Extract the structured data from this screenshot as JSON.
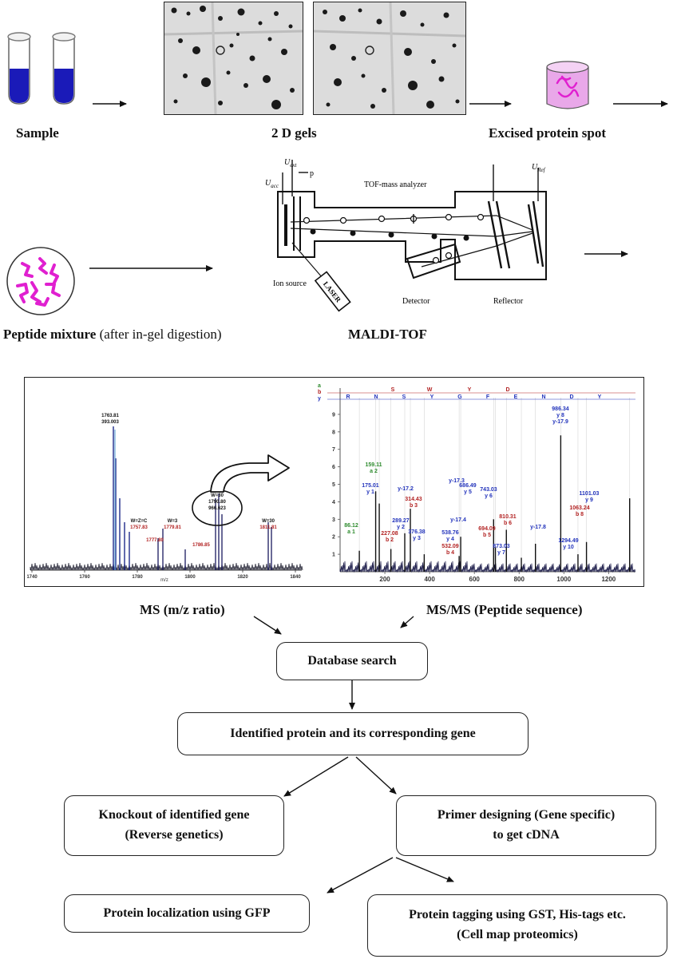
{
  "top_row": {
    "sample_label": "Sample",
    "gels_label": "2 D gels",
    "excised_label": "Excised protein spot"
  },
  "middle_row": {
    "peptide_label_bold": "Peptide mixture",
    "peptide_label_normal": "(after in-gel digestion)",
    "maldi_label": "MALDI-TOF",
    "maldi_diagram": {
      "u_acc": "U",
      "u_acc_sub": "acc",
      "u_ext": "U",
      "u_ext_sub": "ext",
      "p": "p",
      "tof_title": "TOF-mass analyzer",
      "u_ref": "U",
      "u_ref_sub": "Ref",
      "ion_source": "Ion source",
      "laser": "LASER",
      "detector": "Detector",
      "reflector": "Reflector"
    }
  },
  "spectra": {
    "ms": {
      "x_ticks": [
        "1740",
        "1760",
        "1780",
        "1800",
        "1820",
        "1840"
      ],
      "xlabel": "m/z",
      "peaks": [
        {
          "label": "1763.81",
          "label2": "393.003"
        },
        {
          "label": "W=Z=C",
          "label2": "1757.83"
        },
        {
          "label": "W=3",
          "label2": "1779.81"
        },
        {
          "label": "1777.80"
        },
        {
          "label": "1786.85"
        },
        {
          "label": "W=30",
          "label2": "1790.80",
          "label3": "966.623"
        },
        {
          "label": "W=30",
          "label2": "1811.81"
        }
      ]
    },
    "msms": {
      "series_a": "a",
      "series_b": "b",
      "series_y": "y",
      "seq_b": [
        "S",
        "W",
        "Y",
        "D"
      ],
      "seq_y": [
        "R",
        "N",
        "S",
        "Y",
        "G",
        "F",
        "E",
        "N",
        "D",
        "Y"
      ],
      "x_ticks": [
        "200",
        "400",
        "600",
        "800",
        "1000",
        "1200"
      ],
      "y_ticks": [
        "1",
        "2",
        "3",
        "4",
        "5",
        "6",
        "7",
        "8",
        "9"
      ],
      "peak_labels": [
        {
          "text": "86.12",
          "sub": "a 1",
          "color": "#2e8b2e"
        },
        {
          "text": "159.11",
          "sub": "a 2",
          "color": "#2e8b2e"
        },
        {
          "text": "175.01",
          "sub": "y 1",
          "color": "#2233bb"
        },
        {
          "text": "y-17.2",
          "color": "#2233bb"
        },
        {
          "text": "y-17.3",
          "color": "#2233bb"
        },
        {
          "text": "314.43",
          "sub": "b 3",
          "color": "#b22222"
        },
        {
          "text": "289.27",
          "sub": "y 2",
          "color": "#2233bb"
        },
        {
          "text": "227.08",
          "sub": "b 2",
          "color": "#b22222"
        },
        {
          "text": "376.38",
          "sub": "y 3",
          "color": "#2233bb"
        },
        {
          "text": "y-17.4",
          "color": "#2233bb"
        },
        {
          "text": "538.76",
          "sub": "y 4",
          "color": "#2233bb"
        },
        {
          "text": "532.09",
          "sub": "b 4",
          "color": "#b22222"
        },
        {
          "text": "686.49",
          "sub": "y 5",
          "color": "#2233bb"
        },
        {
          "text": "743.03",
          "sub": "y 6",
          "color": "#2233bb"
        },
        {
          "text": "694.09",
          "sub": "b 5",
          "color": "#b22222"
        },
        {
          "text": "810.31",
          "sub": "b 6",
          "color": "#b22222"
        },
        {
          "text": "873.03",
          "sub": "y 7",
          "color": "#2233bb"
        },
        {
          "text": "y-17.8",
          "color": "#2233bb"
        },
        {
          "text": "986.34",
          "sub": "y 8",
          "color": "#2233bb"
        },
        {
          "text": "y-17.9",
          "color": "#2233bb"
        },
        {
          "text": "1101.03",
          "sub": "y 9",
          "color": "#2233bb"
        },
        {
          "text": "1063.24",
          "sub": "b 8",
          "color": "#b22222"
        },
        {
          "text": "1294.49",
          "sub": "y 10",
          "color": "#2233bb"
        }
      ]
    }
  },
  "labels_below_spectra": {
    "ms": "MS (m/z ratio)",
    "msms": "MS/MS (Peptide sequence)"
  },
  "flow": {
    "database_search": "Database search",
    "identified": "Identified protein and its corresponding gene",
    "knockout_line1": "Knockout of identified gene",
    "knockout_line2": "(Reverse genetics)",
    "primer_line1": "Primer designing (Gene specific)",
    "primer_line2": "to get cDNA",
    "localization": "Protein localization using GFP",
    "tagging_line1": "Protein tagging using GST, His-tags etc.",
    "tagging_line2": "(Cell map proteomics)"
  },
  "colors": {
    "tube_fill": "#1a1ab8",
    "magenta": "#e020d0",
    "spot_pink": "#e9a8e9",
    "ms_green": "#2e8b2e",
    "ms_red": "#b22222",
    "ms_blue": "#2233bb"
  }
}
